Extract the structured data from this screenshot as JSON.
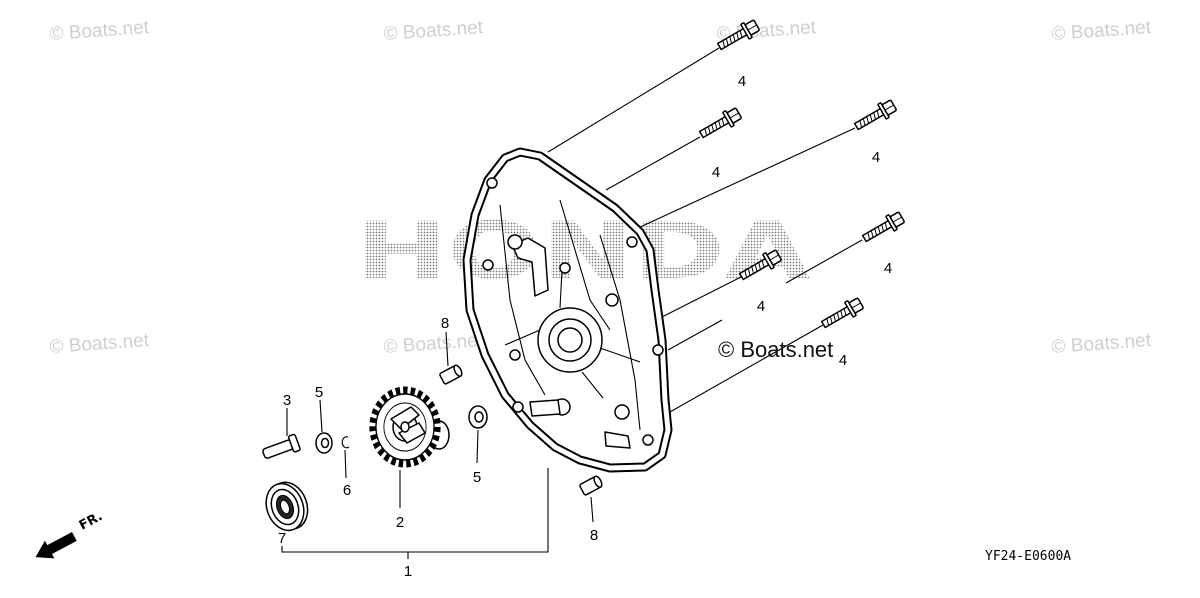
{
  "watermark": "© Boats.net",
  "watermark_main": "© Boats.net",
  "logo": "HONDA",
  "callouts": {
    "part_1": "1",
    "part_2": "2",
    "part_3": "3",
    "part_4": "4",
    "part_5": "5",
    "part_6": "6",
    "part_7": "7",
    "part_8": "8"
  },
  "direction_label": "FR.",
  "diagram_code": "YF24-E0600A",
  "colors": {
    "line": "#000000",
    "watermark": "#cfcfcf",
    "logo_stipple": "#7a7a7a",
    "background": "#ffffff"
  }
}
